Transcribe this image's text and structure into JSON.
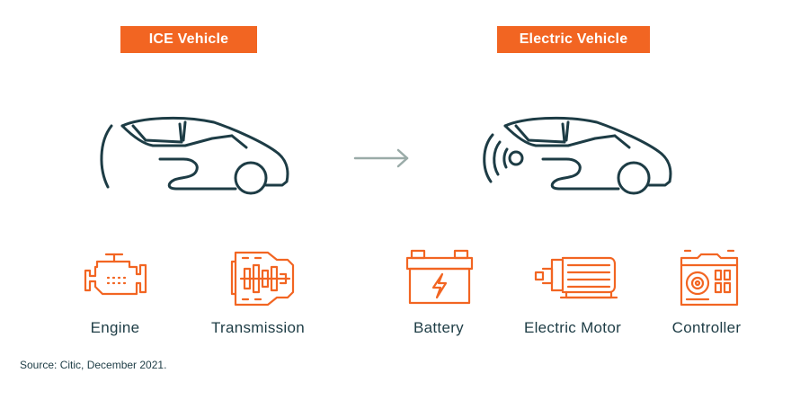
{
  "ice": {
    "title": "ICE Vehicle",
    "components": [
      "Engine",
      "Transmission"
    ]
  },
  "ev": {
    "title": "Electric Vehicle",
    "components": [
      "Battery",
      "Electric Motor",
      "Controller"
    ]
  },
  "source": "Source: Citic, December 2021.",
  "colors": {
    "accent": "#f26522",
    "dark": "#1d3c45",
    "arrow": "#9aaba8"
  },
  "icons": [
    "ice-car-icon",
    "electric-car-icon",
    "arrow-right-icon",
    "engine-icon",
    "transmission-icon",
    "battery-icon",
    "electric-motor-icon",
    "controller-icon"
  ]
}
